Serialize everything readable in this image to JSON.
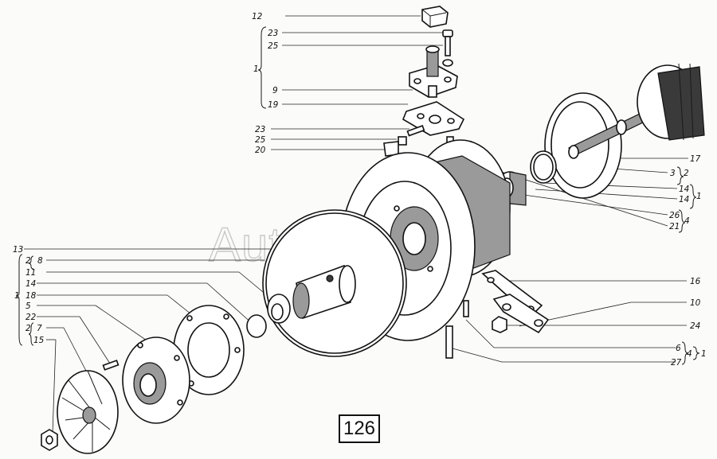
{
  "watermark": "AutoSoft",
  "page_number": "126",
  "callouts": {
    "c12": "12",
    "c23a": "23",
    "c25a": "25",
    "c1a": "1",
    "c9": "9",
    "c19": "19",
    "c23b": "23",
    "c25b": "25",
    "c20": "20",
    "c17": "17",
    "c3": "3",
    "c2a": "2",
    "c14a": "14",
    "c14b": "14",
    "c1b": "1",
    "c26": "26",
    "c21": "21",
    "c4a": "4",
    "c13": "13",
    "c2b": "2",
    "c8": "8",
    "c11": "11",
    "c14c": "14",
    "c1c": "1",
    "c18": "18",
    "c5": "5",
    "c22": "22",
    "c2c": "2",
    "c7": "7",
    "c15": "15",
    "c16": "16",
    "c10": "10",
    "c24": "24",
    "c6": "6",
    "c4b": "4",
    "c1d": "1",
    "c27": "27"
  }
}
